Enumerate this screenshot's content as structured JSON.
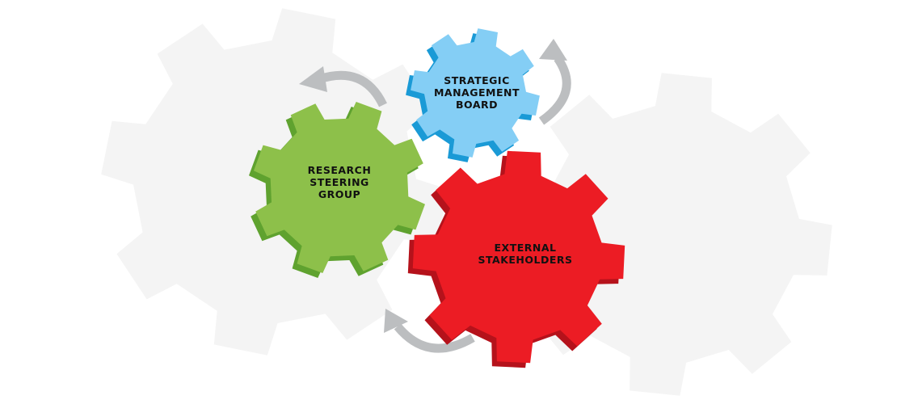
{
  "gears": [
    {
      "id": "research",
      "lines": [
        "RESEARCH",
        "STEERING",
        "GROUP"
      ],
      "color": "#8dc04a",
      "shade": "#5fa22f"
    },
    {
      "id": "strategic",
      "lines": [
        "STRATEGIC",
        "MANAGEMENT",
        "BOARD"
      ],
      "color": "#84cef5",
      "shade": "#1a9ad6"
    },
    {
      "id": "external",
      "lines": [
        "EXTERNAL",
        "STAKEHOLDERS"
      ],
      "color": "#ec1c24",
      "shade": "#b5121b"
    }
  ],
  "colors": {
    "arrow": "#bcbec0",
    "background_gear": "#f4f4f4"
  }
}
